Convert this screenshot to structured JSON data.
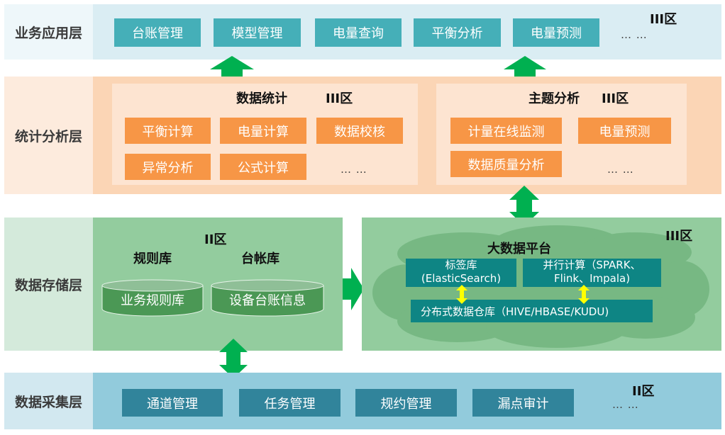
{
  "colors": {
    "app_label_bg": "#eef7fa",
    "app_bg": "#daedf3",
    "app_box": "#45afb8",
    "stat_label_bg": "#fdebdd",
    "stat_bg": "#fbd5b5",
    "stat_inner": "#fde4d1",
    "stat_box": "#f79646",
    "store_label_bg": "#d4eadb",
    "store_bg": "#93cc9e",
    "cylinder": "#4b9855",
    "cloud": "#77b883",
    "teal_box": "#0e8584",
    "collect_label_bg": "#d2e8f0",
    "collect_bg": "#92cbdc",
    "collect_box": "#31849b",
    "arrow_green": "#00b050",
    "arrow_yellow": "#ffff00"
  },
  "layers": {
    "application": {
      "label": "业务应用层",
      "zone": "III区",
      "items": [
        "台账管理",
        "模型管理",
        "电量查询",
        "平衡分析",
        "电量预测"
      ],
      "more": "… …"
    },
    "statistics": {
      "label": "统计分析层",
      "groups": [
        {
          "title": "数据统计",
          "zone": "III区",
          "items": [
            "平衡计算",
            "电量计算",
            "数据校核",
            "异常分析",
            "公式计算"
          ],
          "more": "… …"
        },
        {
          "title": "主题分析",
          "zone": "III区",
          "items": [
            "计量在线监测",
            "电量预测",
            "数据质量分析"
          ],
          "more": "… …"
        }
      ]
    },
    "storage": {
      "label": "数据存储层",
      "left": {
        "zone": "II区",
        "db_titles": [
          "规则库",
          "台帐库"
        ],
        "db_items": [
          "业务规则库",
          "设备台账信息"
        ]
      },
      "right": {
        "zone": "III区",
        "platform_title": "大数据平台",
        "tag_lib_line1": "标签库",
        "tag_lib_line2": "(ElasticSearch)",
        "parallel_line1": "并行计算（SPARK、",
        "parallel_line2": "Flink、Impala)",
        "warehouse": "分布式数据仓库（HIVE/HBASE/KUDU)"
      }
    },
    "collection": {
      "label": "数据采集层",
      "zone": "II区",
      "items": [
        "通道管理",
        "任务管理",
        "规约管理",
        "漏点审计"
      ],
      "more": "… …"
    }
  }
}
